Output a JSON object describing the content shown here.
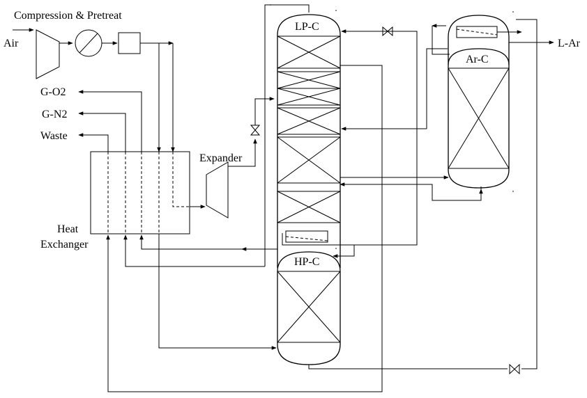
{
  "labels": {
    "compression": "Compression & Pretreat",
    "air": "Air",
    "go2": "G-O2",
    "gn2": "G-N2",
    "waste": "Waste",
    "expander": "Expander",
    "heat_exchanger_line1": "Heat",
    "heat_exchanger_line2": "Exchanger",
    "lpc": "LP-C",
    "hpc": "HP-C",
    "arc": "Ar-C",
    "lar": "L-Ar"
  }
}
